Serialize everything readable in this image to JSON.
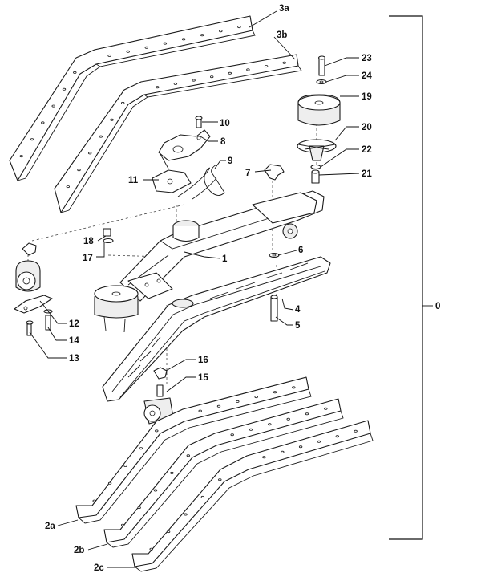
{
  "callouts": {
    "c0": "0",
    "c1": "1",
    "c2a": "2a",
    "c2b": "2b",
    "c2c": "2c",
    "c3a": "3a",
    "c3b": "3b",
    "c4": "4",
    "c5": "5",
    "c6": "6",
    "c7": "7",
    "c8": "8",
    "c9": "9",
    "c10": "10",
    "c11": "11",
    "c12": "12",
    "c13": "13",
    "c14": "14",
    "c15": "15",
    "c16": "16",
    "c17": "17",
    "c18": "18",
    "c19": "19",
    "c20": "20",
    "c21": "21",
    "c22": "22",
    "c23": "23",
    "c24": "24"
  }
}
